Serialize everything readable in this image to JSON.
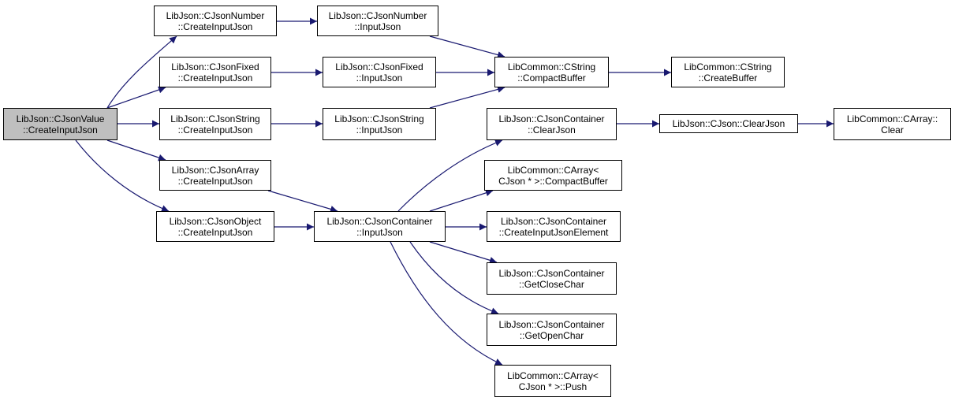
{
  "graph": {
    "edge_color": "#191970",
    "root_fill": "#bfbfbf",
    "nodes": [
      {
        "id": "n0",
        "lines": [
          "LibJson::CJsonValue",
          "::CreateInputJson"
        ],
        "root": true
      },
      {
        "id": "n1",
        "lines": [
          "LibJson::CJsonNumber",
          "::CreateInputJson"
        ]
      },
      {
        "id": "n2",
        "lines": [
          "LibJson::CJsonFixed",
          "::CreateInputJson"
        ]
      },
      {
        "id": "n3",
        "lines": [
          "LibJson::CJsonString",
          "::CreateInputJson"
        ]
      },
      {
        "id": "n4",
        "lines": [
          "LibJson::CJsonArray",
          "::CreateInputJson"
        ]
      },
      {
        "id": "n5",
        "lines": [
          "LibJson::CJsonObject",
          "::CreateInputJson"
        ]
      },
      {
        "id": "n6",
        "lines": [
          "LibJson::CJsonNumber",
          "::InputJson"
        ]
      },
      {
        "id": "n7",
        "lines": [
          "LibJson::CJsonFixed",
          "::InputJson"
        ]
      },
      {
        "id": "n8",
        "lines": [
          "LibJson::CJsonString",
          "::InputJson"
        ]
      },
      {
        "id": "n9",
        "lines": [
          "LibJson::CJsonContainer",
          "::InputJson"
        ]
      },
      {
        "id": "n10",
        "lines": [
          "LibCommon::CString",
          "::CompactBuffer"
        ]
      },
      {
        "id": "n11",
        "lines": [
          "LibCommon::CString",
          "::CreateBuffer"
        ]
      },
      {
        "id": "n12",
        "lines": [
          "LibJson::CJsonContainer",
          "::ClearJson"
        ]
      },
      {
        "id": "n13",
        "lines": [
          "LibJson::CJson::ClearJson"
        ]
      },
      {
        "id": "n14",
        "lines": [
          "LibCommon::CArray::",
          "Clear"
        ]
      },
      {
        "id": "n15",
        "lines": [
          "LibCommon::CArray<",
          "CJson * >::CompactBuffer"
        ]
      },
      {
        "id": "n16",
        "lines": [
          "LibJson::CJsonContainer",
          "::CreateInputJsonElement"
        ]
      },
      {
        "id": "n17",
        "lines": [
          "LibJson::CJsonContainer",
          "::GetCloseChar"
        ]
      },
      {
        "id": "n18",
        "lines": [
          "LibJson::CJsonContainer",
          "::GetOpenChar"
        ]
      },
      {
        "id": "n19",
        "lines": [
          "LibCommon::CArray<",
          "CJson * >::Push"
        ]
      }
    ],
    "edges": [
      [
        "n0",
        "n1"
      ],
      [
        "n0",
        "n2"
      ],
      [
        "n0",
        "n3"
      ],
      [
        "n0",
        "n4"
      ],
      [
        "n0",
        "n5"
      ],
      [
        "n1",
        "n6"
      ],
      [
        "n2",
        "n7"
      ],
      [
        "n3",
        "n8"
      ],
      [
        "n4",
        "n9"
      ],
      [
        "n5",
        "n9"
      ],
      [
        "n6",
        "n10"
      ],
      [
        "n7",
        "n10"
      ],
      [
        "n8",
        "n10"
      ],
      [
        "n10",
        "n11"
      ],
      [
        "n9",
        "n12"
      ],
      [
        "n12",
        "n13"
      ],
      [
        "n13",
        "n14"
      ],
      [
        "n9",
        "n15"
      ],
      [
        "n9",
        "n16"
      ],
      [
        "n9",
        "n17"
      ],
      [
        "n9",
        "n18"
      ],
      [
        "n9",
        "n19"
      ]
    ]
  }
}
